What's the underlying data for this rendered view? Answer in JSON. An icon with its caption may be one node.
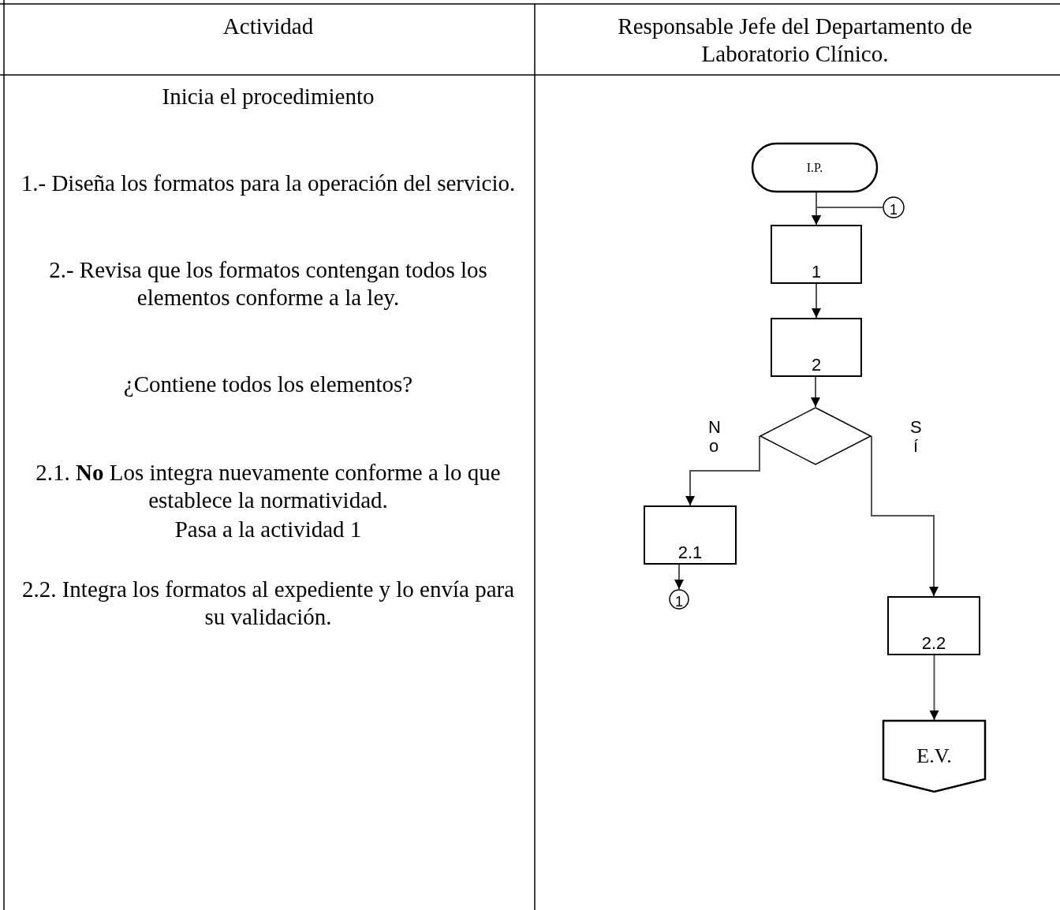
{
  "diagram": {
    "nodes": [
      {
        "text": [
          "I.P."
        ]
      },
      {
        "text": [
          "1"
        ]
      },
      {
        "text": [
          "1"
        ]
      },
      {
        "text": [
          "2"
        ]
      },
      {
        "text": [],
        "shape": "diamond"
      },
      {
        "text": [
          "2.1"
        ]
      },
      {
        "text": [
          "1"
        ]
      },
      {
        "text": [
          "2.2"
        ]
      },
      {
        "text": [
          "E.V."
        ]
      }
    ],
    "edges": [
      {
        "from": 0,
        "to": 2,
        "arrow": "to"
      },
      {
        "from": 1,
        "to": 2,
        "arrow": "to"
      },
      {
        "from": 2,
        "to": 3,
        "arrow": "to"
      },
      {
        "from": 3,
        "to": 4,
        "arrow": "to"
      },
      {
        "from": 4,
        "to": 5,
        "arrow": "to",
        "label": "No"
      },
      {
        "from": 4,
        "to": 7,
        "arrow": "to",
        "label": "Sí"
      },
      {
        "from": 5,
        "to": 6,
        "arrow": "to"
      },
      {
        "from": 7,
        "to": 8,
        "arrow": "to"
      }
    ],
    "labels": [
      "Actividad",
      "Responsable Jefe del Departamento de Laboratorio Clínico.",
      "Inicia el procedimiento",
      "1.- Diseña los formatos para la operación del servicio.",
      "2.- Revisa que los formatos contengan todos los elementos conforme a la ley.",
      "¿Contiene todos los elementos?",
      "2.1. **No** Los integra nuevamente conforme a lo que establece la normatividad.",
      "Pasa a la actividad 1",
      "2.2. Integra los formatos al expediente y lo envía para su validación."
    ]
  }
}
